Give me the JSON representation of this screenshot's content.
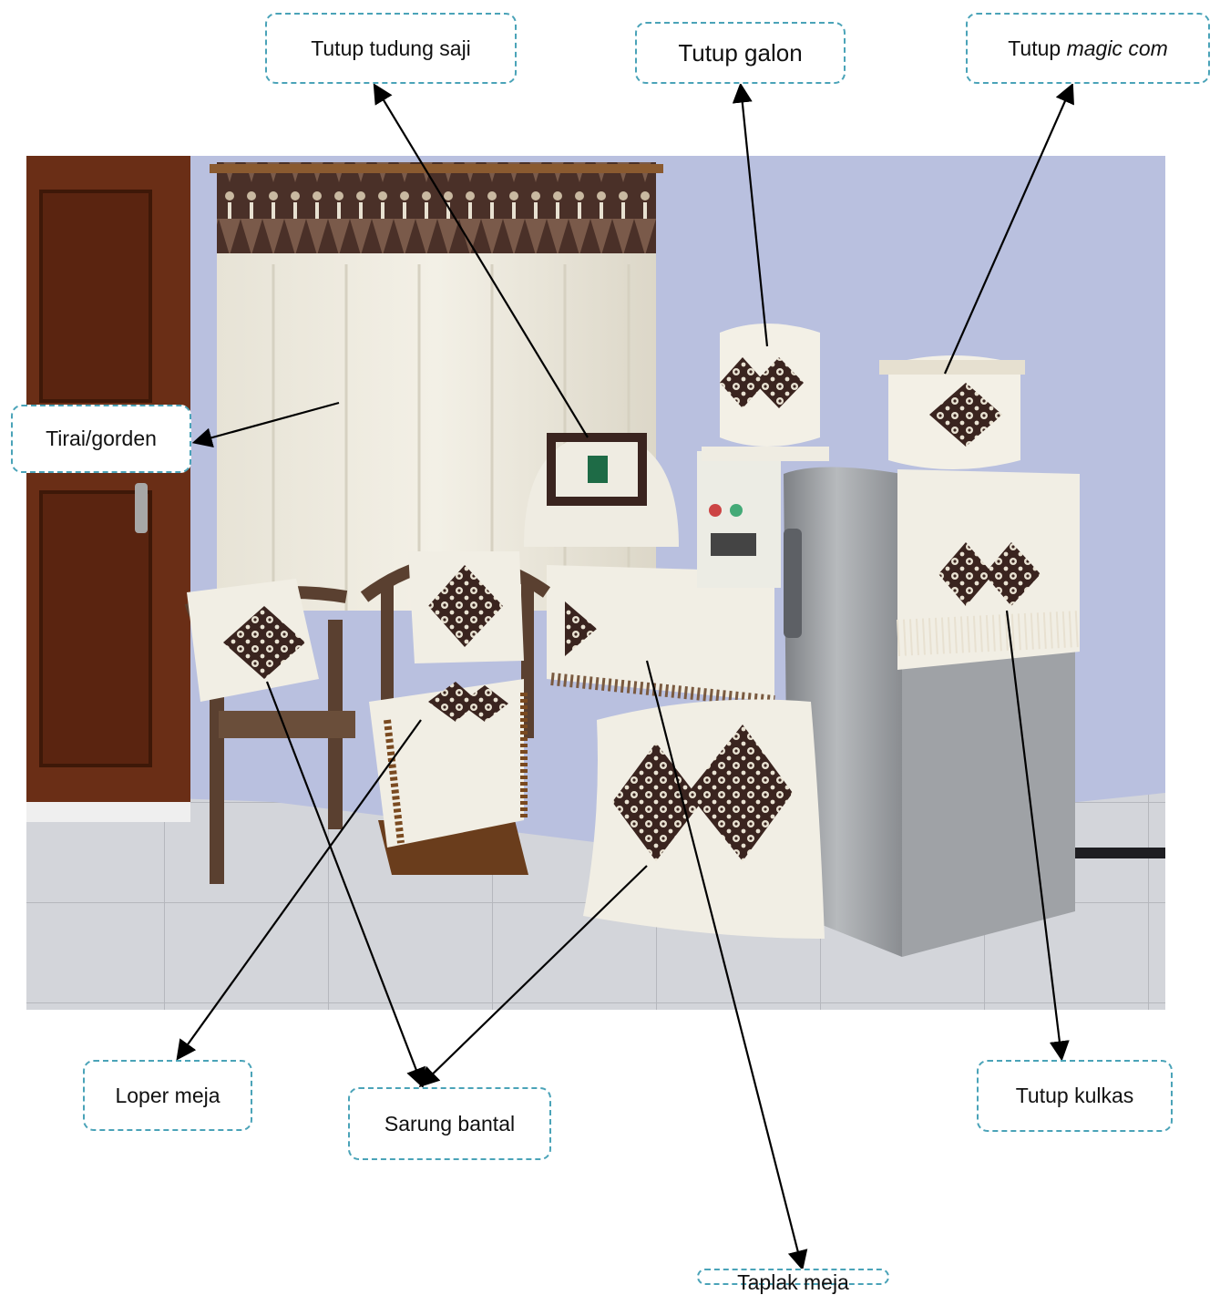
{
  "labels": {
    "tudung_saji": "Tutup tudung saji",
    "galon": "Tutup galon",
    "magic_com_prefix": "Tutup",
    "magic_com_italic": "magic com",
    "gorden": "Tirai/gorden",
    "loper": "Loper meja",
    "bantal": "Sarung bantal",
    "kulkas": "Tutup kulkas",
    "taplak": "Taplak meja"
  },
  "colors": {
    "border": "#4aa3b8",
    "arrow": "#000000",
    "wall": "#b9c0df",
    "floor": "#cfd1d6",
    "fabric": "#f1eee4",
    "batik": "#3a241f"
  }
}
